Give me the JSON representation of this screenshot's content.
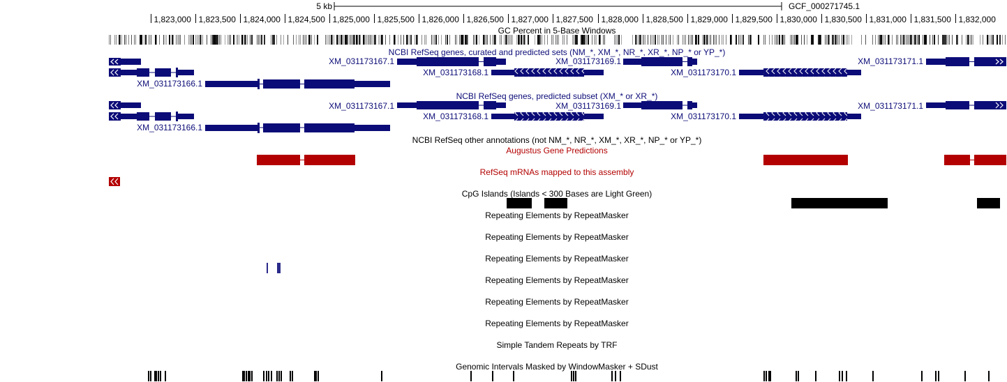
{
  "scale": {
    "label": "5 kb",
    "assembly": "GCF_000271745.1"
  },
  "ruler": {
    "ticks": [
      "1,823,000",
      "1,823,500",
      "1,824,000",
      "1,824,500",
      "1,825,000",
      "1,825,500",
      "1,826,000",
      "1,826,500",
      "1,827,000",
      "1,827,500",
      "1,828,000",
      "1,828,500",
      "1,829,000",
      "1,829,500",
      "1,830,000",
      "1,830,500",
      "1,831,000",
      "1,831,500",
      "1,832,000"
    ]
  },
  "tracks": {
    "gc_percent": "GC Percent in 5-Base Windows",
    "refseq_all": "NCBI RefSeq genes, curated and predicted sets (NM_*, XM_*, NR_*, XR_*, NP_* or YP_*)",
    "refseq_predicted": "NCBI RefSeq genes, predicted subset (XM_* or XR_*)",
    "refseq_other": "NCBI RefSeq other annotations (not NM_*, NR_*, XM_*, XR_*, NP_* or YP_*)",
    "augustus": "Augustus Gene Predictions",
    "refseq_mrnas": "RefSeq mRNAs mapped to this assembly",
    "cpg": "CpG Islands (Islands < 300 Bases are Light Green)",
    "rmsk_1": "Repeating Elements by RepeatMasker",
    "rmsk_2": "Repeating Elements by RepeatMasker",
    "rmsk_3": "Repeating Elements by RepeatMasker",
    "rmsk_4": "Repeating Elements by RepeatMasker",
    "rmsk_5": "Repeating Elements by RepeatMasker",
    "rmsk_6": "Repeating Elements by RepeatMasker",
    "trf": "Simple Tandem Repeats by TRF",
    "windowmasker": "Genomic Intervals Masked by WindowMasker + SDust"
  },
  "genes": {
    "g166": "XM_031173166.1",
    "g167": "XM_031173167.1",
    "g168": "XM_031173168.1",
    "g169": "XM_031173169.1",
    "g170": "XM_031173170.1",
    "g171": "XM_031173171.1"
  },
  "colors": {
    "refseq": "#0c0c78",
    "augustus": "#b30000",
    "track_label_refseq": "#0c0c78",
    "track_label_augustus": "#b30000",
    "track_label_default": "#000000",
    "rmsk": "#2a2a8a"
  }
}
